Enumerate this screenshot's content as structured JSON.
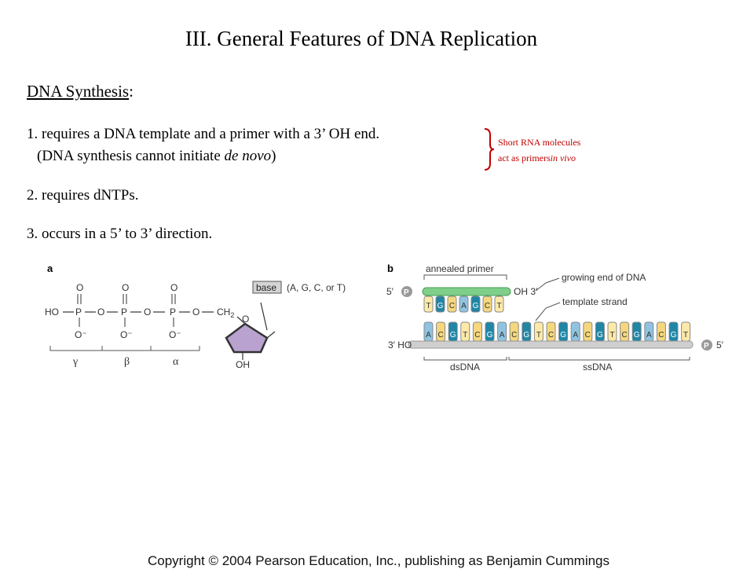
{
  "title": "III. General Features of DNA Replication",
  "section": {
    "label": "DNA Synthesis",
    "colon": ":"
  },
  "items": [
    {
      "text": "1. requires a DNA template and a primer with a 3’ OH end."
    },
    {
      "pre": "(DNA synthesis cannot initiate ",
      "italic": "de novo",
      "post": ")"
    },
    {
      "text": "2. requires dNTPs."
    },
    {
      "text": "3. occurs in a 5’ to 3’ direction."
    }
  ],
  "note": {
    "line1": "Short RNA molecules",
    "line2_pre": "act as primers",
    "line2_italic": "in  vivo"
  },
  "figure_a": {
    "panel": "a",
    "base_label": "base",
    "base_options": "(A, G, C, or T)",
    "ho": "HO",
    "o": "O",
    "p": "P",
    "o_minus": "O⁻",
    "ch2": "CH",
    "ch2_sub": "2",
    "oh": "OH",
    "gamma": "γ",
    "beta": "β",
    "alpha": "α"
  },
  "figure_b": {
    "panel": "b",
    "annealed_primer": "annealed primer",
    "growing_end": "growing end of DNA",
    "template_strand": "template strand",
    "five_prime": "5′",
    "three_prime_oh": "OH 3′",
    "three_prime_ho": "3′ HO",
    "five_prime_right": "5′",
    "p": "P",
    "primer_bases": [
      "T",
      "G",
      "C",
      "A",
      "G",
      "C",
      "T"
    ],
    "template_bases": [
      "A",
      "C",
      "G",
      "T",
      "C",
      "G",
      "A",
      "C",
      "G",
      "T",
      "C",
      "G",
      "A",
      "C",
      "G",
      "T",
      "C",
      "G",
      "A",
      "C",
      "G",
      "T"
    ],
    "dsDNA": "dsDNA",
    "ssDNA": "ssDNA",
    "colors": {
      "A": "#8fc3e0",
      "C": "#f5d77e",
      "G": "#1f86a6",
      "T": "#fde9a8",
      "primer": "#7fcf8a",
      "backbone": "#cfcfcf",
      "pcircle": "#9a9a9a"
    }
  },
  "copyright": "Copyright © 2004 Pearson Education, Inc., publishing as Benjamin Cummings"
}
